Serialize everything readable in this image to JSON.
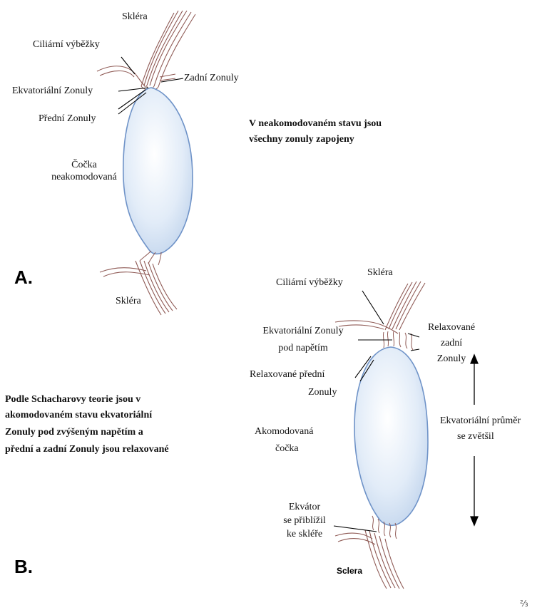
{
  "panel_a": {
    "letter": "A.",
    "sclera_top": "Skléra",
    "ciliary": "Ciliární výběžky",
    "posterior_zonules": "Zadní Zonuly",
    "equatorial_zonules": "Ekvatoriální Zonuly",
    "anterior_zonules": "Přední Zonuly",
    "lens_line1": "Čočka",
    "lens_line2": "neakomodovaná",
    "sclera_bottom": "Skléra",
    "caption_line1": "V neakomodovaném stavu jsou",
    "caption_line2": "všechny zonuly zapojeny"
  },
  "panel_b": {
    "letter": "B.",
    "sclera_top": "Skléra",
    "ciliary": "Ciliární výběžky",
    "equatorial_line1": "Ekvatoriální Zonuly",
    "equatorial_line2": "pod napětím",
    "relaxed_posterior_line1": "Relaxované",
    "relaxed_posterior_line2": "zadní",
    "relaxed_posterior_line3": "Zonuly",
    "relaxed_anterior_line1": "Relaxované přední",
    "relaxed_anterior_line2": "Zonuly",
    "lens_line1": "Akomodovaná",
    "lens_line2": "čočka",
    "diameter_line1": "Ekvatoriální průměr",
    "diameter_line2": "se zvětšil",
    "equator_line1": "Ekvátor",
    "equator_line2": "se přiblížil",
    "equator_line3": "ke skléře",
    "sclera_bottom": "Sclera",
    "caption_line1": "Podle Schacharovy teorie jsou v",
    "caption_line2": "akomodovaném stavu ekvatoriální",
    "caption_line3": "Zonuly pod zvýšeným napětím a",
    "caption_line4": "přední a zadní Zonuly jsou relaxované"
  },
  "colors": {
    "lens_fill": "#dde9f6",
    "lens_edge": "#6f93c8",
    "tissue": "#8f5a55",
    "leader": "#000000"
  },
  "corner_mark": "⅔"
}
